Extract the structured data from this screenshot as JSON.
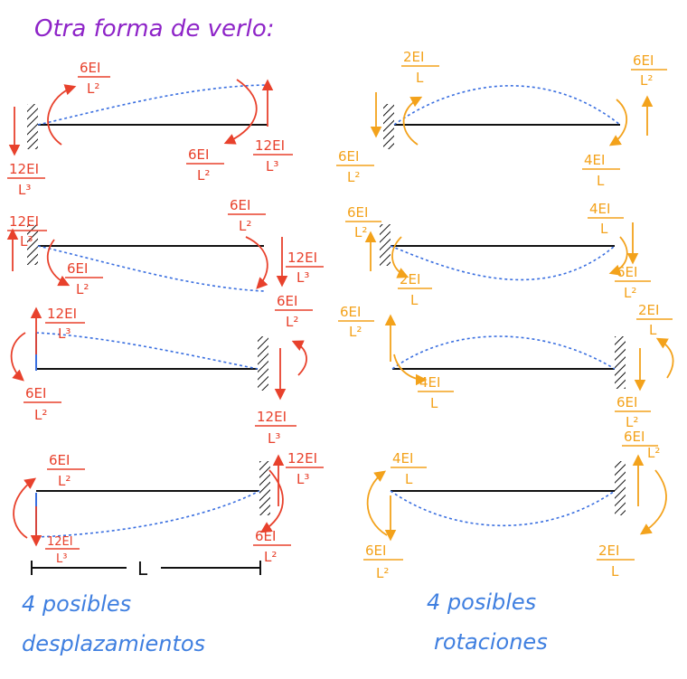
{
  "title": "Otra forma de verlo:",
  "colors": {
    "title": "#8e24c8",
    "red": "#e8412c",
    "orange": "#f3a21b",
    "blue": "#3a6fe0",
    "caption": "#3f7fe0",
    "beam": "#111111"
  },
  "left_panel": {
    "caption_line1": "4 posibles",
    "caption_line2": "desplazamientos",
    "span_label": "L",
    "cases": [
      {
        "top_left": {
          "num": "6EI",
          "den": "L²"
        },
        "left_bottom": {
          "num": "12EI",
          "den": "L³"
        },
        "right_inner": {
          "num": "6EI",
          "den": "L²"
        },
        "right_outer": {
          "num": "12EI",
          "den": "L³"
        }
      },
      {
        "left_top": {
          "num": "12EI",
          "den": "L³"
        },
        "left_bottom": {
          "num": "6EI",
          "den": "L²"
        },
        "right_top": {
          "num": "6EI",
          "den": "L²"
        },
        "right_outer": {
          "num": "12EI",
          "den": "L³"
        }
      },
      {
        "left_top": {
          "num": "12EI",
          "den": "L³"
        },
        "left_bottom": {
          "num": "6EI",
          "den": "L²"
        },
        "right_top": {
          "num": "6EI",
          "den": "L²"
        },
        "right_bottom": {
          "num": "12EI",
          "den": "L³"
        }
      },
      {
        "left_top": {
          "num": "6EI",
          "den": "L²"
        },
        "left_bottom": {
          "num": "12EI",
          "den": "L³"
        },
        "right_top": {
          "num": "12EI",
          "den": "L³"
        },
        "right_bottom": {
          "num": "6EI",
          "den": "L²"
        }
      }
    ]
  },
  "right_panel": {
    "caption_line1": "4 posibles",
    "caption_line2": "rotaciones",
    "cases": [
      {
        "top_left": {
          "num": "2EI",
          "den": "L"
        },
        "left_outer": {
          "num": "6EI",
          "den": "L²"
        },
        "right_top": {
          "num": "6EI",
          "den": "L²"
        },
        "right_inner": {
          "num": "4EI",
          "den": "L"
        }
      },
      {
        "left_top": {
          "num": "6EI",
          "den": "L²"
        },
        "left_inner": {
          "num": "2EI",
          "den": "L"
        },
        "right_top": {
          "num": "4EI",
          "den": "L"
        },
        "right_bottom": {
          "num": "6EI",
          "den": "L²"
        }
      },
      {
        "left_top": {
          "num": "6EI",
          "den": "L²"
        },
        "left_inner": {
          "num": "4EI",
          "den": "L"
        },
        "right_top": {
          "num": "2EI",
          "den": "L"
        },
        "right_bottom": {
          "num": "6EI",
          "den": "L²"
        }
      },
      {
        "left_top": {
          "num": "4EI",
          "den": "L"
        },
        "left_bottom": {
          "num": "6EI",
          "den": "L²"
        },
        "right_top": {
          "num": "6EI",
          "den": "L²"
        },
        "right_bottom": {
          "num": "2EI",
          "den": "L"
        }
      }
    ]
  }
}
